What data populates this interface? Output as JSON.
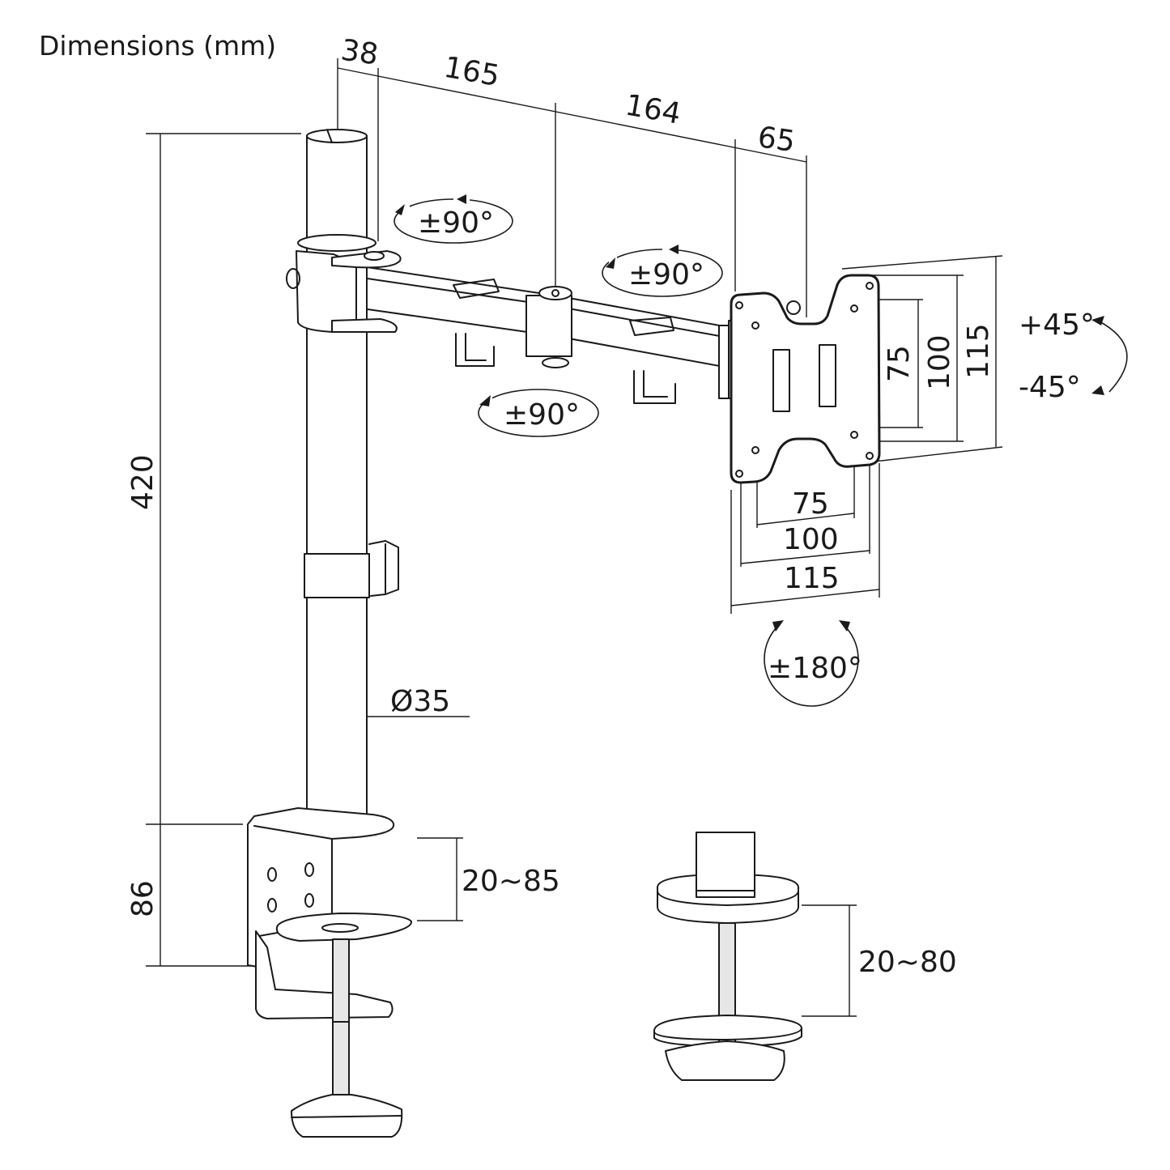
{
  "title": "Dimensions (mm)",
  "dimensions": {
    "arm_offset": "38",
    "arm_segment_1": "165",
    "arm_segment_2": "164",
    "tilt_head_depth": "65",
    "pole_height": "420",
    "clamp_height": "86",
    "pole_diameter": "Ø35",
    "desk_clamp_range": "20~85",
    "grommet_range": "20~80",
    "vesa_75_horizontal": "75",
    "vesa_100_horizontal": "100",
    "vesa_115_horizontal": "115",
    "vesa_75_vertical": "75",
    "vesa_100_vertical": "100",
    "vesa_115_vertical": "115"
  },
  "rotations": {
    "pole_swivel": "±90°",
    "elbow_swivel": "±90°",
    "arm_swivel": "±90°",
    "tilt_up": "+45°",
    "tilt_down": "-45°",
    "rotation": "±180°"
  },
  "icons": {
    "rotation_arrow": "curved-arrow-icon"
  }
}
